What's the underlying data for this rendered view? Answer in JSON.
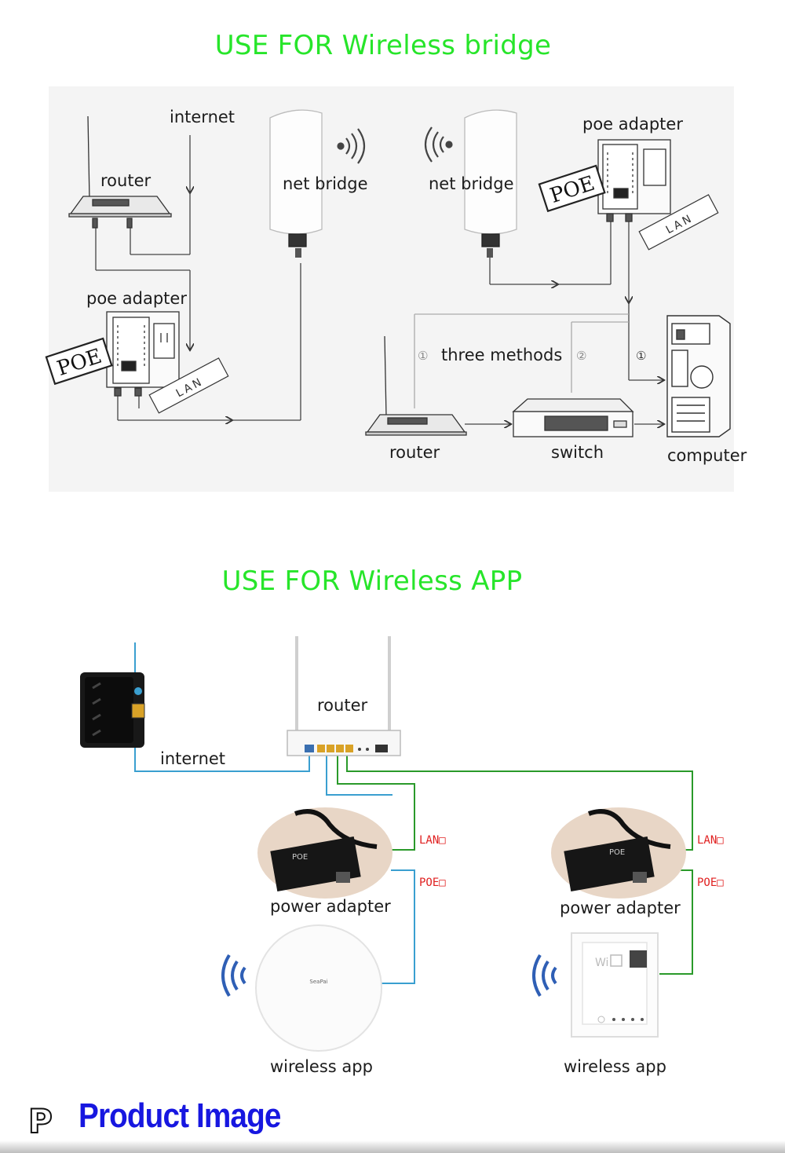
{
  "section1": {
    "title": "USE FOR Wireless bridge",
    "labels": {
      "internet": "internet",
      "router_left": "router",
      "poe_adapter_left": "poe adapter",
      "net_bridge_left": "net bridge",
      "net_bridge_right": "net bridge",
      "poe_adapter_right": "poe adapter",
      "three_methods": "three methods",
      "router_bottom": "router",
      "switch": "switch",
      "computer": "computer"
    },
    "stamps": {
      "poe": "POE",
      "lan": "LAN"
    },
    "method_markers": [
      "①",
      "②",
      "①"
    ]
  },
  "section2": {
    "title": "USE FOR Wireless APP",
    "labels": {
      "router": "router",
      "internet": "internet",
      "power_adapter_left": "power adapter",
      "power_adapter_right": "power adapter",
      "wireless_app_left": "wireless app",
      "wireless_app_right": "wireless app"
    },
    "port_tags": {
      "lan": "LAN□",
      "poe": "POE□"
    },
    "device_text": {
      "brand": "SeaPai",
      "wifi": "Wi",
      "poe_box": "POE"
    },
    "colors": {
      "internet_line": "#3a9fd0",
      "green_line": "#2a9a2a",
      "poe_line": "#3a9fd0"
    }
  },
  "footer": {
    "logo_letter": "P",
    "title": "Product Image",
    "title_color": "#1717e0"
  }
}
